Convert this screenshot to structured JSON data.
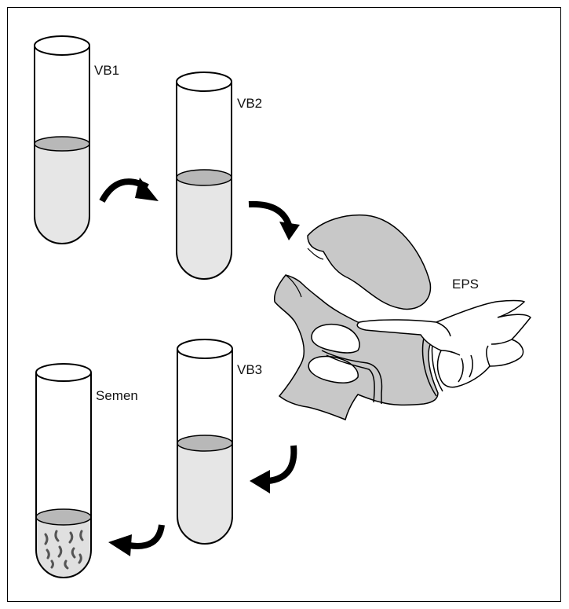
{
  "labels": {
    "vb1": "VB1",
    "vb2": "VB2",
    "vb3": "VB3",
    "semen": "Semen",
    "eps": "EPS"
  },
  "colors": {
    "liquid": "#e6e6e6",
    "meniscus": "#b8b8b8",
    "tissue": "#c8c8c8",
    "line": "#000000",
    "arrow": "#000000"
  },
  "icons": [
    "test-tube-icon",
    "curved-arrow-icon",
    "pelvic-anatomy-illustration",
    "hand-icon",
    "sperm-icon"
  ]
}
